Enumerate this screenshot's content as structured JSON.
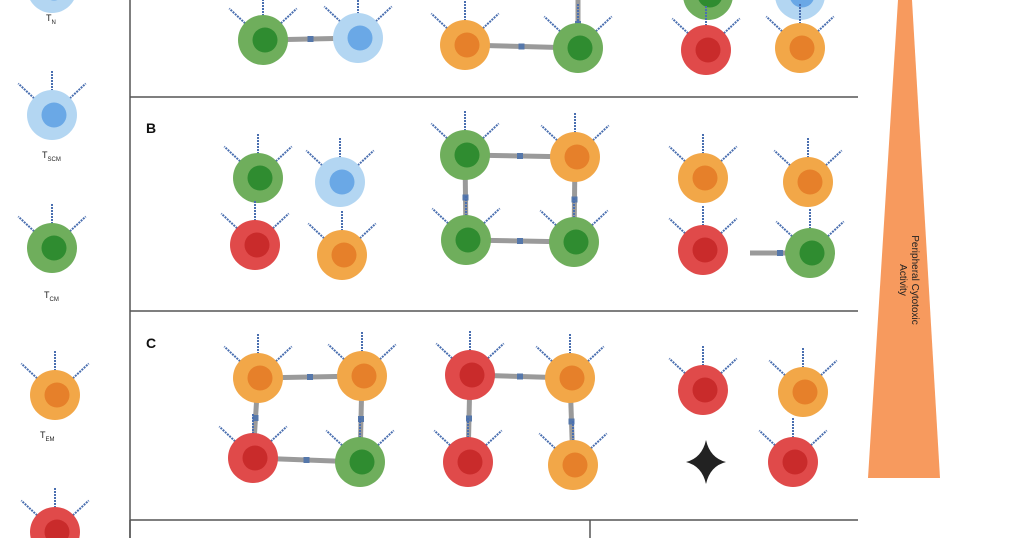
{
  "legend": [
    {
      "base": "T",
      "sub": "N",
      "color": "blue"
    },
    {
      "base": "T",
      "sub": "SCM",
      "color": "blue"
    },
    {
      "base": "T",
      "sub": "CM",
      "color": "green"
    },
    {
      "base": "T",
      "sub": "EM",
      "color": "orange"
    }
  ],
  "panels": {
    "b": "B",
    "c": "C"
  },
  "axis_label_line1": "Peripheral Cytotoxic",
  "axis_label_line2": "Activity",
  "colors": {
    "blue": [
      "#b3d6f2",
      "#6aa8e6"
    ],
    "green": [
      "#6fae5c",
      "#2f8c30"
    ],
    "orange": [
      "#f2a748",
      "#e6802a"
    ],
    "red": [
      "#e04a4a",
      "#c92b2b"
    ],
    "triangle": "#f79a5e"
  }
}
